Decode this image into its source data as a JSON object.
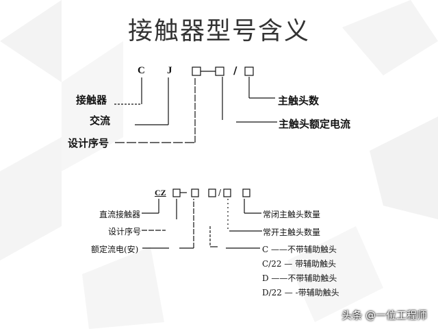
{
  "title": "接触器型号含义",
  "diagram1": {
    "code": [
      "C",
      "J"
    ],
    "labels": {
      "contactor": "接触器",
      "ac": "交流",
      "design_no": "设计序号",
      "rated_current": "主触头额定电流",
      "main_contacts": "主触头数"
    },
    "slash": "/"
  },
  "diagram2": {
    "code": "CZ",
    "slash": "/",
    "labels": {
      "dc_contactor": "直流接触器",
      "design_no": "设计序号",
      "rated_current": "额定流电(安)",
      "nc_contacts": "常闭主触头数量",
      "no_contacts": "常开主触头数量"
    },
    "options": [
      "C ——不带辅助触头",
      "C/22 —  带辅助触头",
      "D ——不带辅助触头",
      "D/22 — -带辅助触头"
    ]
  },
  "watermark": "头条 @一位工程师"
}
